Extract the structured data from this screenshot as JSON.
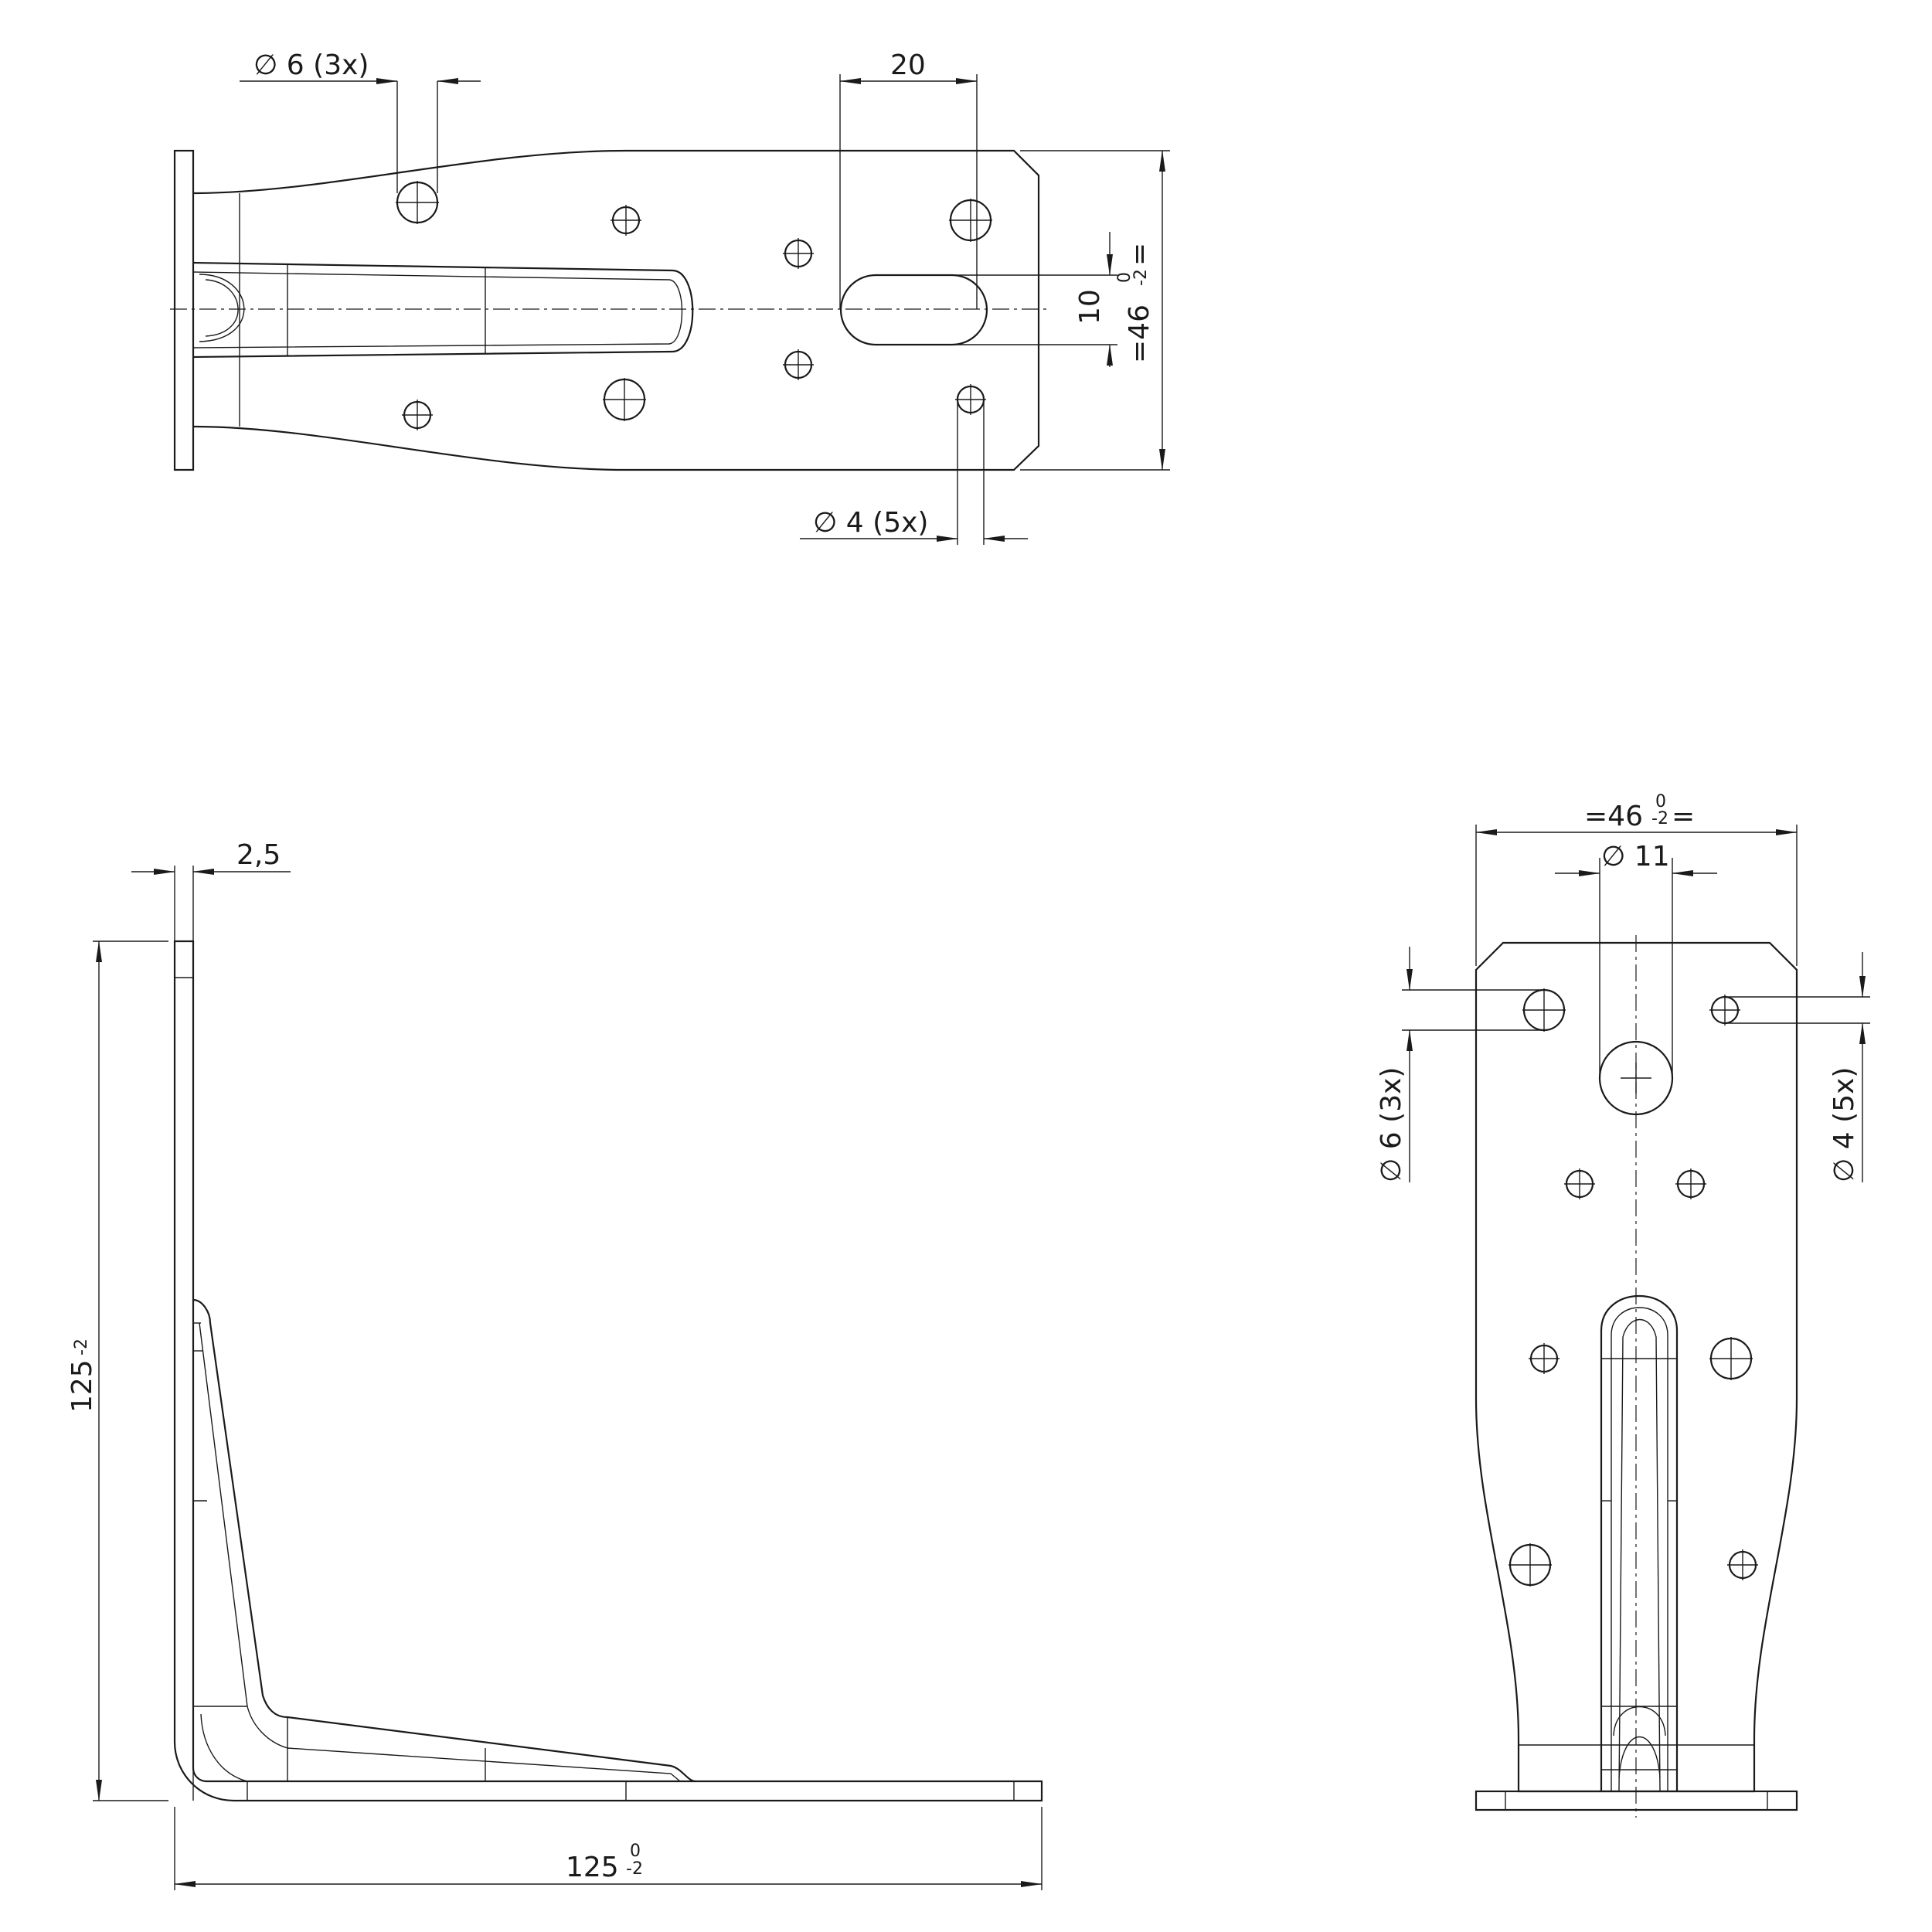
{
  "views": {
    "top": {
      "holes_6": "∅ 6 (3x)",
      "slot_length": "20",
      "slot_width": "10",
      "width_main": "=46",
      "width_tol_top": "0",
      "width_tol_bottom": "-2",
      "width_end": "=",
      "holes_4": "∅ 4 (5x)"
    },
    "side": {
      "thickness": "2,5",
      "height_main": "125",
      "height_tol": "-2",
      "length_main": "125",
      "length_tol_top": "0",
      "length_tol_bottom": "-2"
    },
    "front": {
      "width_main": "=46",
      "width_tol_top": "0",
      "width_tol_bottom": "-2",
      "width_end": "=",
      "center_hole": "∅ 11",
      "holes_6": "∅ 6 (3x)",
      "holes_4": "∅ 4 (5x)"
    }
  }
}
